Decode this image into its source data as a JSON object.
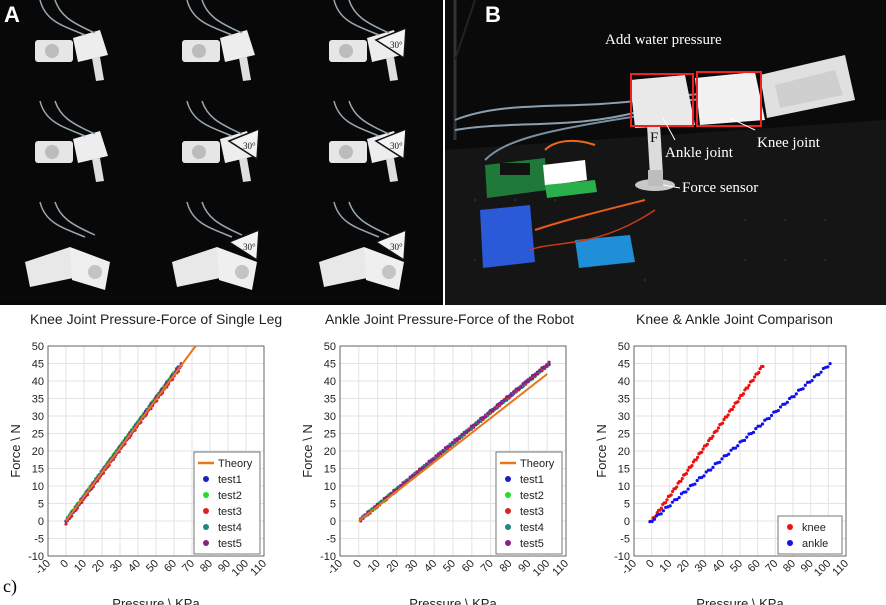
{
  "panel_a": {
    "letter": "A",
    "tiles": [
      {
        "angle_label": ""
      },
      {
        "angle_label": ""
      },
      {
        "angle_label": "30°"
      },
      {
        "angle_label": ""
      },
      {
        "angle_label": "30°"
      },
      {
        "angle_label": "30°"
      },
      {
        "angle_label": ""
      },
      {
        "angle_label": "30°"
      },
      {
        "angle_label": "30°"
      }
    ]
  },
  "panel_b": {
    "letter": "B",
    "labels": {
      "water_pressure": "Add water pressure",
      "ankle_joint": "Ankle joint",
      "knee_joint": "Knee joint",
      "force_sensor": "Force sensor",
      "force_symbol": "F"
    }
  },
  "panel_c_label": "c)",
  "chart_data": [
    {
      "type": "scatter",
      "title": "Knee Joint Pressure-Force of Single Leg",
      "xlabel": "Pressure \\ KPa",
      "ylabel": "Force \\ N",
      "xlim": [
        -10,
        110
      ],
      "ylim": [
        -10,
        50
      ],
      "xticks": [
        -10,
        0,
        10,
        20,
        30,
        40,
        50,
        60,
        70,
        80,
        90,
        100,
        110
      ],
      "yticks": [
        -10,
        -5,
        0,
        5,
        10,
        15,
        20,
        25,
        30,
        35,
        40,
        45,
        50
      ],
      "grid": true,
      "legend_position": "bottom-right",
      "theory": {
        "name": "Theory",
        "color": "#e8761c",
        "x": [
          0,
          72
        ],
        "y": [
          0,
          50
        ]
      },
      "series": [
        {
          "name": "test1",
          "color": "#1d1dc8",
          "x0": 0,
          "x1": 63,
          "slope": 0.703,
          "offset": 0.0
        },
        {
          "name": "test2",
          "color": "#22dd22",
          "x0": 1,
          "x1": 62,
          "slope": 0.7,
          "offset": 0.2
        },
        {
          "name": "test3",
          "color": "#dd2222",
          "x0": 0,
          "x1": 64,
          "slope": 0.698,
          "offset": -0.5
        },
        {
          "name": "test4",
          "color": "#1f8a7a",
          "x0": 2,
          "x1": 63,
          "slope": 0.701,
          "offset": 0.1
        },
        {
          "name": "test5",
          "color": "#8a1f8a",
          "x0": 1,
          "x1": 64,
          "slope": 0.702,
          "offset": -0.2
        }
      ]
    },
    {
      "type": "scatter",
      "title": "Ankle Joint Pressure-Force of the Robot",
      "xlabel": "Pressure \\ KPa",
      "ylabel": "Force \\ N",
      "xlim": [
        -10,
        110
      ],
      "ylim": [
        -10,
        50
      ],
      "xticks": [
        -10,
        0,
        10,
        20,
        30,
        40,
        50,
        60,
        70,
        80,
        90,
        100,
        110
      ],
      "yticks": [
        -10,
        -5,
        0,
        5,
        10,
        15,
        20,
        25,
        30,
        35,
        40,
        45,
        50
      ],
      "grid": true,
      "legend_position": "bottom-right",
      "theory": {
        "name": "Theory",
        "color": "#e8761c",
        "x": [
          0,
          100
        ],
        "y": [
          0,
          42
        ]
      },
      "series": [
        {
          "name": "test1",
          "color": "#1d1dc8",
          "x0": 1,
          "x1": 101,
          "slope": 0.445,
          "offset": 0.0
        },
        {
          "name": "test2",
          "color": "#22dd22",
          "x0": 2,
          "x1": 100,
          "slope": 0.444,
          "offset": 0.1
        },
        {
          "name": "test3",
          "color": "#dd2222",
          "x0": 1,
          "x1": 101,
          "slope": 0.446,
          "offset": -0.1
        },
        {
          "name": "test4",
          "color": "#1f8a7a",
          "x0": 2,
          "x1": 100,
          "slope": 0.445,
          "offset": 0.0
        },
        {
          "name": "test5",
          "color": "#8a1f8a",
          "x0": 1,
          "x1": 101,
          "slope": 0.446,
          "offset": 0.1
        }
      ]
    },
    {
      "type": "scatter",
      "title": "Knee & Ankle Joint Comparison",
      "xlabel": "Pressure \\ KPa",
      "ylabel": "Force \\ N",
      "xlim": [
        -10,
        110
      ],
      "ylim": [
        -10,
        50
      ],
      "xticks": [
        -10,
        0,
        10,
        20,
        30,
        40,
        50,
        60,
        70,
        80,
        90,
        100,
        110
      ],
      "yticks": [
        -10,
        -5,
        0,
        5,
        10,
        15,
        20,
        25,
        30,
        35,
        40,
        45,
        50
      ],
      "grid": true,
      "legend_position": "bottom-right",
      "series": [
        {
          "name": "knee",
          "color": "#ee1111",
          "x0": 0,
          "x1": 63,
          "slope": 0.705,
          "offset": 0.0
        },
        {
          "name": "ankle",
          "color": "#1111ee",
          "x0": -1,
          "x1": 101,
          "slope": 0.445,
          "offset": 0.0
        }
      ]
    }
  ]
}
